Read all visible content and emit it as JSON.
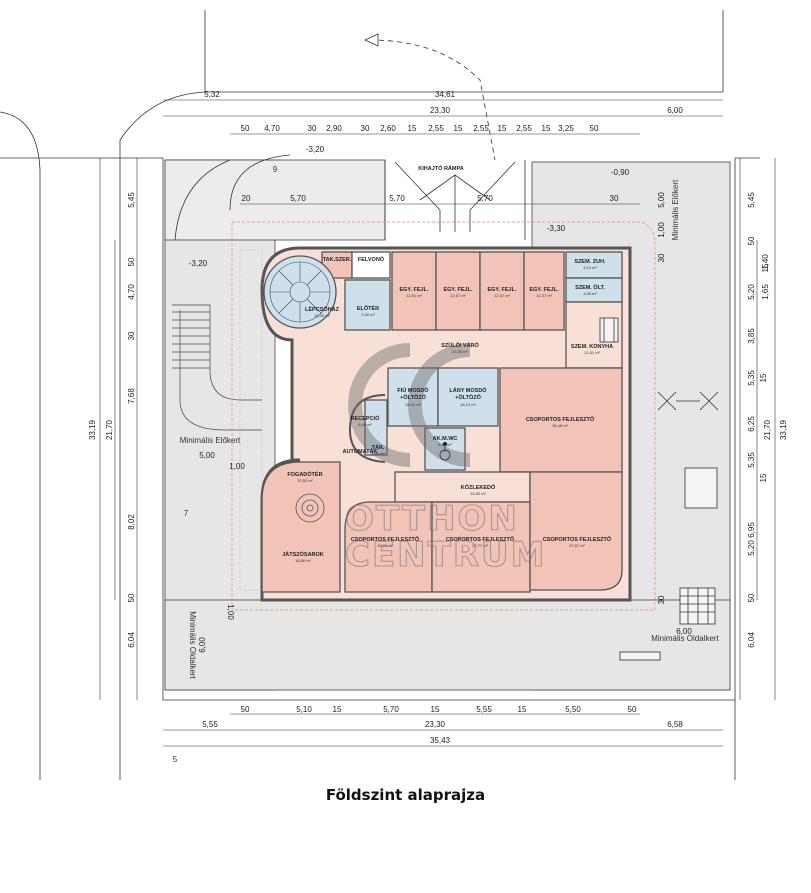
{
  "caption": "Földszint alaprajza",
  "watermark": {
    "line1": "OTTHON",
    "line2": "CENTRUM",
    "logo_icon": "oc-logo-icon"
  },
  "colors": {
    "room_fill": "#f2c4b8",
    "wet_fill": "#cfe0ea",
    "corridor_fill": "#f8e0d6",
    "garden_fill": "#e6e6e6",
    "wall": "#555555"
  },
  "rooms": {
    "takszer": {
      "name": "TAK.SZER.",
      "area": ""
    },
    "felvono": {
      "name": "FELVONÓ",
      "area": ""
    },
    "lepcsohaz": {
      "name": "LÉPCSŐHÁZ",
      "area": "19,34 m²"
    },
    "eloter": {
      "name": "ELŐTÉR",
      "area": "3,30 m²"
    },
    "egyfejl1": {
      "name": "EGY. FEJL.",
      "area": "12,51 m²"
    },
    "egyfejl2": {
      "name": "EGY. FEJL.",
      "area": "12,57 m²"
    },
    "egyfejl3": {
      "name": "EGY. FEJL.",
      "area": "12,37 m²"
    },
    "egyfejl4": {
      "name": "EGY. FEJL.",
      "area": "12,37 m²"
    },
    "szemzuh": {
      "name": "SZEM. ZUH.",
      "area": "3,10 m²"
    },
    "szemolt": {
      "name": "SZEM. ÖLT.",
      "area": "3,36 m²"
    },
    "szulovaro": {
      "name": "SZÜLŐI VÁRÓ",
      "area": "23,55 m²"
    },
    "szemkonyha": {
      "name": "SZEM. KONYHA",
      "area": "12,51 m²"
    },
    "recepcio": {
      "name": "RECEPCIÓ",
      "area": "6,40 m²"
    },
    "fiumosdo": {
      "name": "FIÚ MOSDÓ\n+ÖLTÖZŐ",
      "name1": "FIÚ MOSDÓ",
      "name2": "+ÖLTÖZŐ",
      "area": "18,01 m²"
    },
    "lanymosdo": {
      "name1": "LÁNY MOSDÓ",
      "name2": "+ÖLTÖZŐ",
      "area": "18,13 m²"
    },
    "csoport1": {
      "name": "CSOPORTOS FEJLESZTŐ",
      "area": "36,48 m²"
    },
    "tar": {
      "name": "TÁR.",
      "area": "1,60 m²"
    },
    "akmwc": {
      "name": "AK.M.WC",
      "area": "5,61 m²"
    },
    "automatak": {
      "name": "AUTOMATÁK",
      "area": ""
    },
    "fogadoter": {
      "name": "FOGADÓTÉR",
      "area": "70,52 m²"
    },
    "kozlekedo": {
      "name": "KÖZLEKEDŐ",
      "area": "15,80 m²"
    },
    "jatszosarok": {
      "name": "JÁTSZÓSAROK",
      "area": "16,86 m²"
    },
    "csoport2": {
      "name": "CSOPORTOS FEJLESZTŐ",
      "area": "28,23 m²"
    },
    "csoport3": {
      "name": "CSOPORTOS FEJLESZTŐ",
      "area": "27,77 m²"
    },
    "csoport4": {
      "name": "CSOPORTOS FEJLESZTŐ",
      "area": "37,87 m²"
    }
  },
  "labels": {
    "kihajto": "KIHAJTÓ RÁMPA",
    "garden_left": "Minimális Előkert",
    "garden_right_top": "Minimális Előkert",
    "garden_left_side": "Minimális Oldalkert",
    "garden_right_side": "Minimális Oldalkert",
    "level_top": "-3,20",
    "level_right": "-0,90",
    "level_entry": "-3,20",
    "level_ramp": "-3,30",
    "num_9": "9",
    "num_7": "7",
    "num_5": "5",
    "num_100": "1,00",
    "num_100b": "1,00"
  },
  "dims": {
    "top1": [
      "5,32",
      "34,61"
    ],
    "top2": [
      "23,30",
      "6,00"
    ],
    "top3": [
      "50",
      "4,70",
      "30",
      "2,90",
      "30",
      "2,60",
      "15",
      "2,55",
      "15",
      "2,55",
      "15",
      "2,55",
      "15",
      "3,25",
      "50"
    ],
    "top4": [
      "20",
      "5,70",
      "5,70",
      "5,70",
      "30"
    ],
    "bottom1": [
      "50",
      "5,10",
      "15",
      "5,70",
      "15",
      "5,55",
      "15",
      "5,50",
      "50"
    ],
    "bottom2": [
      "5,55",
      "23,30",
      "6,58"
    ],
    "bottom3": [
      "35,43"
    ],
    "left_outer": "33,19",
    "left_mid": "21,70",
    "left_inner": [
      "5,45",
      "50",
      "4,70",
      "30",
      "7,68",
      "8,02",
      "50",
      "6,04"
    ],
    "left_extra": "5,00",
    "right_outer": "33,19",
    "right_mid": "21,70",
    "right_inner": [
      "5,45",
      "50",
      "5,20",
      "3,85",
      "15",
      "5,35",
      "6,25",
      "15",
      "5,35",
      "6,95",
      "5,20",
      "50",
      "6,04"
    ],
    "right_small": [
      "1,40",
      "1,65",
      "15",
      "5,00",
      "1,00",
      "30",
      "30"
    ],
    "right_bottom": "6,00",
    "left_bottom": "6,00"
  }
}
